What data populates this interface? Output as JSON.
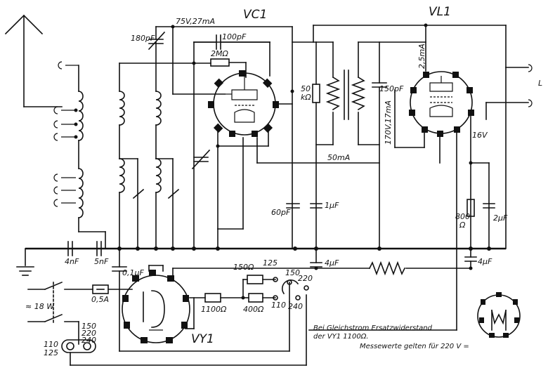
{
  "tubes": {
    "vc1": "VC1",
    "vl1": "VL1",
    "vy1": "VY1"
  },
  "labels": {
    "v_anode_vc1": "75V,27mA",
    "c_180p": "180pF",
    "c_100p": "100pF",
    "r_2m": "2MΩ",
    "r_50k_a": "50",
    "r_50k_b": "kΩ",
    "c_150p": "150pF",
    "i_2_5ma": "2,5mA",
    "v_170": "170V,17mA",
    "v_16": "16V",
    "i_50ma": "50mA",
    "c_60p": "60pF",
    "c_1u": "1µF",
    "r_800_a": "800",
    "r_800_b": "Ω",
    "c_2u": "2µF",
    "c_4n": "4nF",
    "c_5n": "5nF",
    "c_01u": "0,1µF",
    "c_4u_a": "4µF",
    "c_4u_b": "4µF",
    "r_150": "150Ω",
    "t_125": "125",
    "t_150": "150",
    "t_220": "220",
    "r_1100": "1100Ω",
    "r_400": "400Ω",
    "t_110": "110",
    "t_240": "240",
    "fuse": "0,5A",
    "power": "≈ 18 W",
    "sel_150": "150",
    "sel_220": "220",
    "sel_240": "240",
    "sel_110": "110",
    "sel_125": "125",
    "speaker": "L"
  },
  "notes": {
    "line1": "Bei Gleichstrom Ersatzwiderstand",
    "line2": "der VY1  1100Ω.",
    "line3": "Messewerte gelten für 220 V ="
  }
}
